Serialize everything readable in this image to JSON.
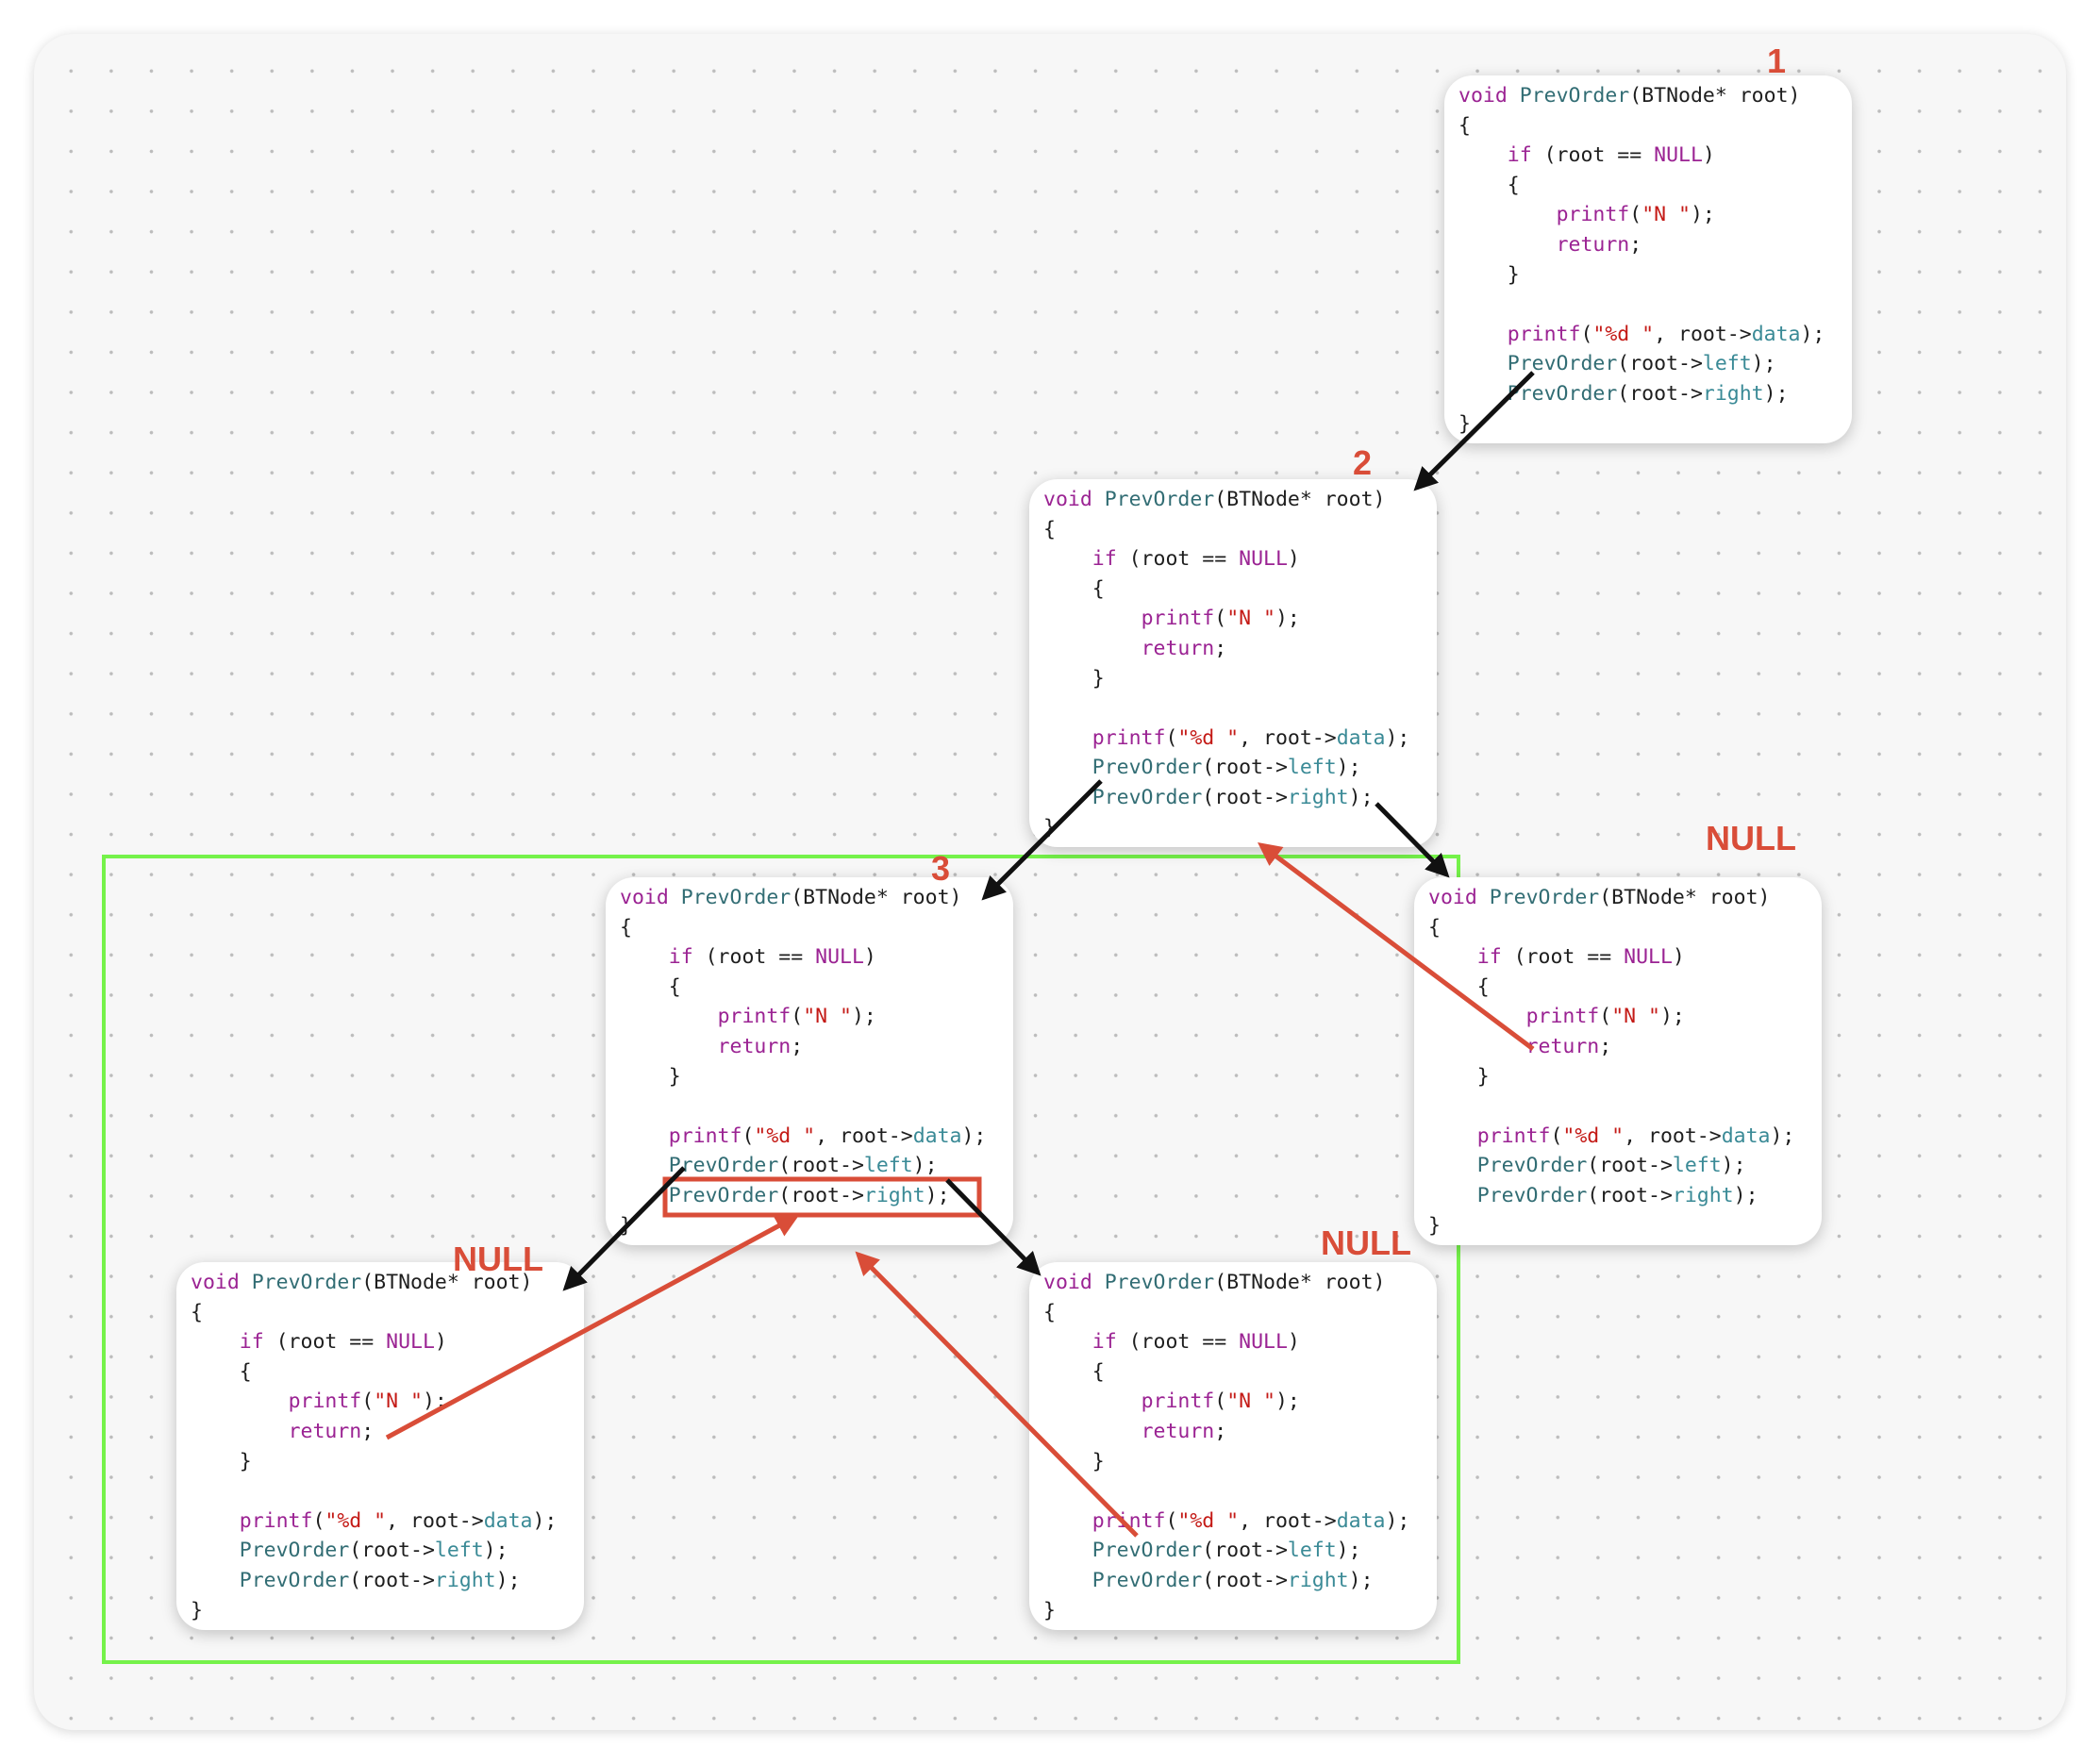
{
  "code": {
    "kw_void": "void",
    "fn_name": "PrevOrder",
    "sig_rest": "(BTNode* root)",
    "brace_open": "{",
    "brace_close": "}",
    "kw_if": "if",
    "cond_pre": " (root == ",
    "null_kw": "NULL",
    "cond_post": ")",
    "inner_open": "{",
    "inner_close": "}",
    "printf": "printf",
    "open_paren": "(",
    "str_n": "\"N \"",
    "stmt_end": ");",
    "kw_return": "return",
    "semicolon": ";",
    "fmt_d": "\"%d \"",
    "comma_root": ", root->",
    "data_member": "data",
    "root_arrow": "(root->",
    "left_member": "left",
    "right_member": "right"
  },
  "labels": {
    "call1": "1",
    "call2": "2",
    "call3": "3",
    "null_right_of_2": "NULL",
    "null_left_of_3": "NULL",
    "null_right_of_3": "NULL"
  },
  "colors": {
    "call_arrow": "#111111",
    "return_arrow": "#d94d38",
    "highlight_box": "#d94d38",
    "focus_frame": "#75f24a",
    "keyword": "#9b2393",
    "function": "#326d74",
    "string": "#c41a16",
    "member": "#3a8a96"
  }
}
